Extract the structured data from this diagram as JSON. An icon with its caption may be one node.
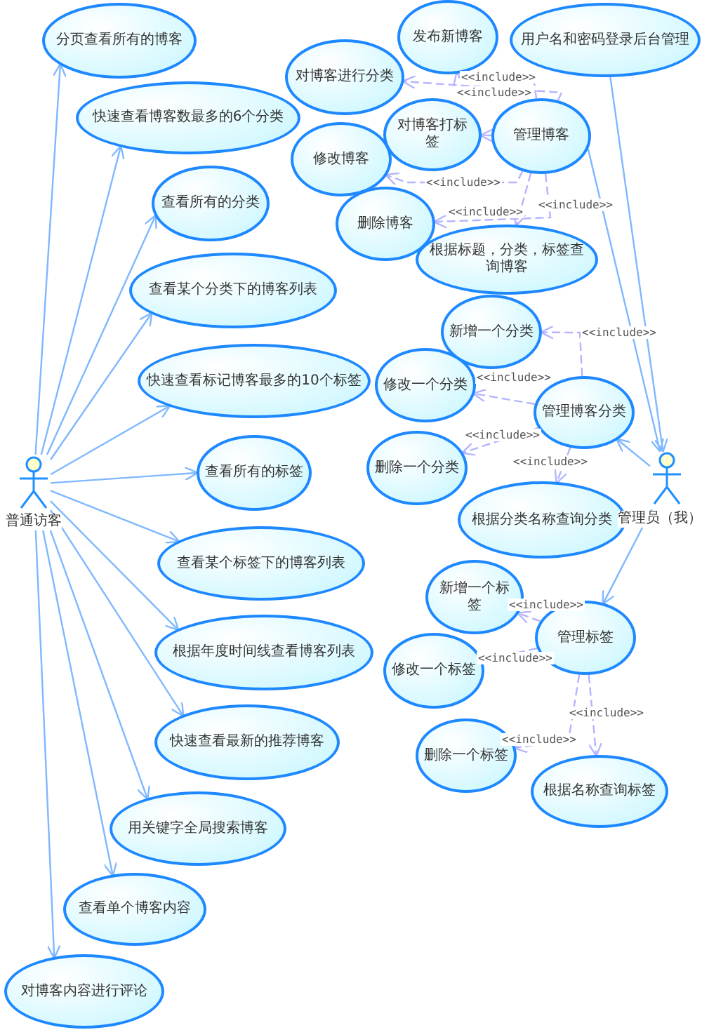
{
  "diagram": {
    "nodes": [
      {
        "text": [
          "普通访客"
        ]
      },
      {
        "text": [
          "分页查看所有的博客"
        ]
      },
      {
        "text": [
          "快速查看博客数最多的6个分类"
        ]
      },
      {
        "text": [
          "查看所有的分类"
        ]
      },
      {
        "text": [
          "查看某个分类下的博客列表"
        ]
      },
      {
        "text": [
          "快速查看标记博客最多的10个标签"
        ]
      },
      {
        "text": [
          "查看所有的标签"
        ]
      },
      {
        "text": [
          "查看某个标签下的博客列表"
        ]
      },
      {
        "text": [
          "根据年度时间线查看博客列表"
        ]
      },
      {
        "text": [
          "快速查看最新的推荐博客"
        ]
      },
      {
        "text": [
          "用关键字全局搜索博客"
        ]
      },
      {
        "text": [
          "查看单个博客内容"
        ]
      },
      {
        "text": [
          "对博客内容进行评论"
        ]
      },
      {
        "text": [
          "发布新博客"
        ]
      },
      {
        "text": [
          "用户名和密码登录后台管理"
        ]
      },
      {
        "text": [
          "对博客进行分类"
        ]
      },
      {
        "text": [
          "对博客打标签"
        ]
      },
      {
        "text": [
          "管理博客"
        ]
      },
      {
        "text": [
          "修改博客"
        ]
      },
      {
        "text": [
          "删除博客"
        ]
      },
      {
        "text": [
          "根据标题，分类，标签查询博客"
        ]
      },
      {
        "text": [
          "新增一个分类"
        ]
      },
      {
        "text": [
          "修改一个分类"
        ]
      },
      {
        "text": [
          "管理博客分类"
        ]
      },
      {
        "text": [
          "删除一个分类"
        ]
      },
      {
        "text": [
          "根据分类名称查询分类"
        ]
      },
      {
        "text": [
          "管理员（我）"
        ]
      },
      {
        "text": [
          "新增一个标签"
        ]
      },
      {
        "text": [
          "管理标签"
        ]
      },
      {
        "text": [
          "修改一个标签"
        ]
      },
      {
        "text": [
          "删除一个标签"
        ]
      },
      {
        "text": [
          "根据名称查询标签"
        ]
      }
    ],
    "edges": [
      {
        "from": 0,
        "to": 1,
        "arrow": "to"
      },
      {
        "from": 0,
        "to": 2,
        "arrow": "to"
      },
      {
        "from": 0,
        "to": 3,
        "arrow": "to"
      },
      {
        "from": 0,
        "to": 4,
        "arrow": "to"
      },
      {
        "from": 0,
        "to": 5,
        "arrow": "to"
      },
      {
        "from": 0,
        "to": 6,
        "arrow": "to"
      },
      {
        "from": 0,
        "to": 7,
        "arrow": "to"
      },
      {
        "from": 0,
        "to": 8,
        "arrow": "to"
      },
      {
        "from": 0,
        "to": 9,
        "arrow": "to"
      },
      {
        "from": 0,
        "to": 10,
        "arrow": "to"
      },
      {
        "from": 0,
        "to": 11,
        "arrow": "to"
      },
      {
        "from": 0,
        "to": 12,
        "arrow": "to"
      },
      {
        "from": 14,
        "to": 26,
        "arrow": "to"
      },
      {
        "from": 17,
        "to": 26,
        "arrow": "to"
      },
      {
        "from": 26,
        "to": 23,
        "arrow": "to"
      },
      {
        "from": 26,
        "to": 28,
        "arrow": "to"
      },
      {
        "from": 17,
        "to": 13,
        "arrow": "to",
        "label": "<<include>>",
        "style": "dashed",
        "color": "#b4b4ff"
      },
      {
        "from": 17,
        "to": 15,
        "arrow": "to",
        "label": "<<include>>",
        "style": "dashed",
        "color": "#b4b4ff"
      },
      {
        "from": 17,
        "to": 16,
        "arrow": "to",
        "style": "dashed",
        "color": "#b4b4ff"
      },
      {
        "from": 17,
        "to": 18,
        "arrow": "to",
        "label": "<<include>>",
        "style": "dashed",
        "color": "#b4b4ff"
      },
      {
        "from": 17,
        "to": 19,
        "arrow": "to",
        "label": "<<include>>",
        "style": "dashed",
        "color": "#b4b4ff"
      },
      {
        "from": 17,
        "to": 20,
        "arrow": "to",
        "label": "<<include>>",
        "style": "dashed",
        "color": "#b4b4ff"
      },
      {
        "from": 23,
        "to": 21,
        "arrow": "to",
        "label": "<<include>>",
        "style": "dashed",
        "color": "#b4b4ff"
      },
      {
        "from": 23,
        "to": 22,
        "arrow": "to",
        "label": "<<include>>",
        "style": "dashed",
        "color": "#b4b4ff"
      },
      {
        "from": 23,
        "to": 24,
        "arrow": "to",
        "label": "<<include>>",
        "style": "dashed",
        "color": "#b4b4ff"
      },
      {
        "from": 23,
        "to": 25,
        "arrow": "to",
        "label": "<<include>>",
        "style": "dashed",
        "color": "#b4b4ff"
      },
      {
        "from": 28,
        "to": 27,
        "arrow": "to",
        "label": "<<include>>",
        "style": "dashed",
        "color": "#b4b4ff"
      },
      {
        "from": 28,
        "to": 29,
        "arrow": "to",
        "label": "<<include>>",
        "style": "dashed",
        "color": "#b4b4ff"
      },
      {
        "from": 28,
        "to": 30,
        "arrow": "to",
        "label": "<<include>>",
        "style": "dashed",
        "color": "#b4b4ff"
      },
      {
        "from": 28,
        "to": 31,
        "arrow": "to",
        "label": "<<include>>",
        "style": "dashed",
        "color": "#b4b4ff"
      }
    ]
  }
}
